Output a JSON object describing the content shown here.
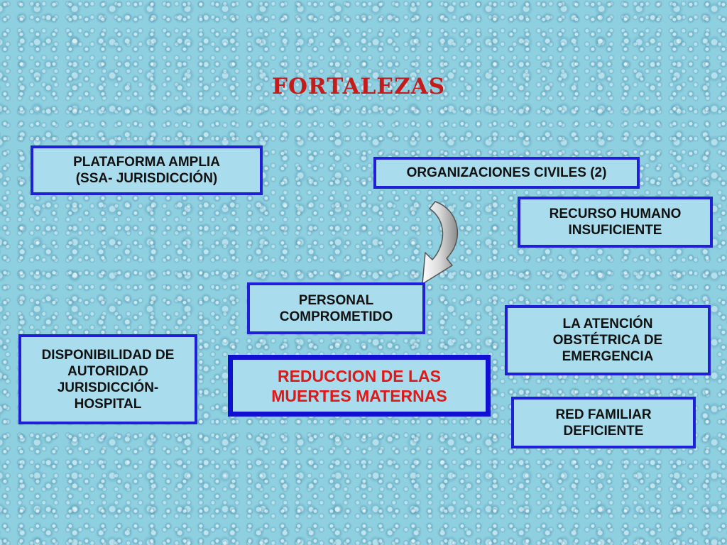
{
  "title": "Fortalezas",
  "colors": {
    "title": "#c61b1b",
    "box_border": "#1f1fd6",
    "main_text": "#e01818",
    "background": "#8ecfe0"
  },
  "boxes": {
    "plataforma": "PLATAFORMA  AMPLIA\n(SSA- JURISDICCIÓN)",
    "organizaciones": "ORGANIZACIONES CIVILES (2)",
    "recurso": "RECURSO HUMANO\nINSUFICIENTE",
    "personal": "PERSONAL\nCOMPROMETIDO",
    "atencion": " LA ATENCIÓN\nOBSTÉTRICA DE\nEMERGENCIA",
    "disponibilidad": "DISPONIBILIDAD DE\nAUTORIDAD\nJURISDICCIÓN-\nHOSPITAL",
    "reduccion": "REDUCCION DE LAS\nMUERTES MATERNAS",
    "red_familiar": "RED FAMILIAR\nDEFICIENTE"
  },
  "connector": {
    "icon": "curved-arrow-icon"
  }
}
